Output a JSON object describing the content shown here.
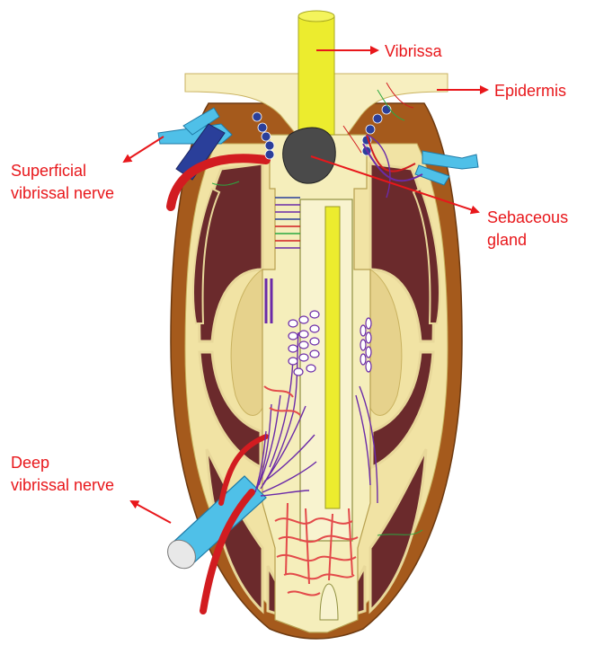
{
  "labels": {
    "vibrissa": "Vibrissa",
    "epidermis": "Epidermis",
    "superficial_line1": "Superficial",
    "superficial_line2": "vibrissal nerve",
    "sebaceous_line1": "Sebaceous",
    "sebaceous_line2": "gland",
    "deep_line1": "Deep",
    "deep_line2": "vibrissal nerve"
  },
  "colors": {
    "label_red": "#e8171b",
    "capsule_brown": "#a55a1c",
    "sinus_maroon": "#6b2a2c",
    "follicle_cream": "#f4ecb2",
    "vibrissa_yellow": "#ecec2e",
    "nerve_blue": "#4fc0e8",
    "vein_navy": "#2a3f9a",
    "artery_red": "#d21c20",
    "nerve_purple": "#6b2aa8"
  }
}
